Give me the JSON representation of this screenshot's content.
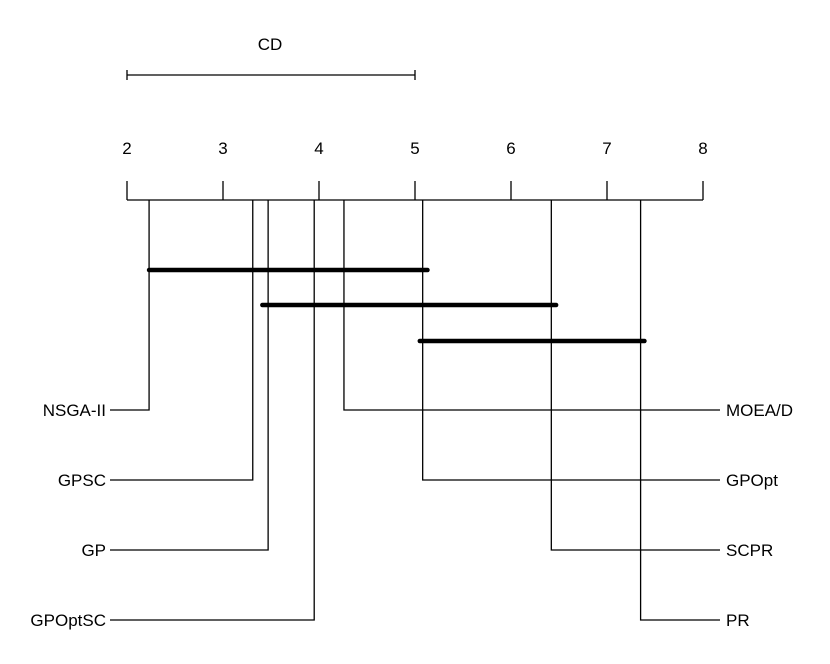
{
  "chart_data": {
    "type": "critical-difference-diagram",
    "title": "CD",
    "cd_value": 3.0,
    "axis": {
      "min": 2,
      "max": 8,
      "ticks": [
        "2",
        "3",
        "4",
        "5",
        "6",
        "7",
        "8"
      ]
    },
    "methods_left": [
      {
        "name": "NSGA-II",
        "rank": 2.23
      },
      {
        "name": "GPSC",
        "rank": 3.31
      },
      {
        "name": "GP",
        "rank": 3.47
      },
      {
        "name": "GPOptSC",
        "rank": 3.95
      }
    ],
    "methods_right": [
      {
        "name": "MOEA/D",
        "rank": 4.26
      },
      {
        "name": "GPOpt",
        "rank": 5.08
      },
      {
        "name": "SCPR",
        "rank": 6.42
      },
      {
        "name": "PR",
        "rank": 7.35
      }
    ],
    "cliques": [
      {
        "from": 2.23,
        "to": 5.13
      },
      {
        "from": 3.41,
        "to": 6.47
      },
      {
        "from": 5.05,
        "to": 7.39
      }
    ]
  }
}
